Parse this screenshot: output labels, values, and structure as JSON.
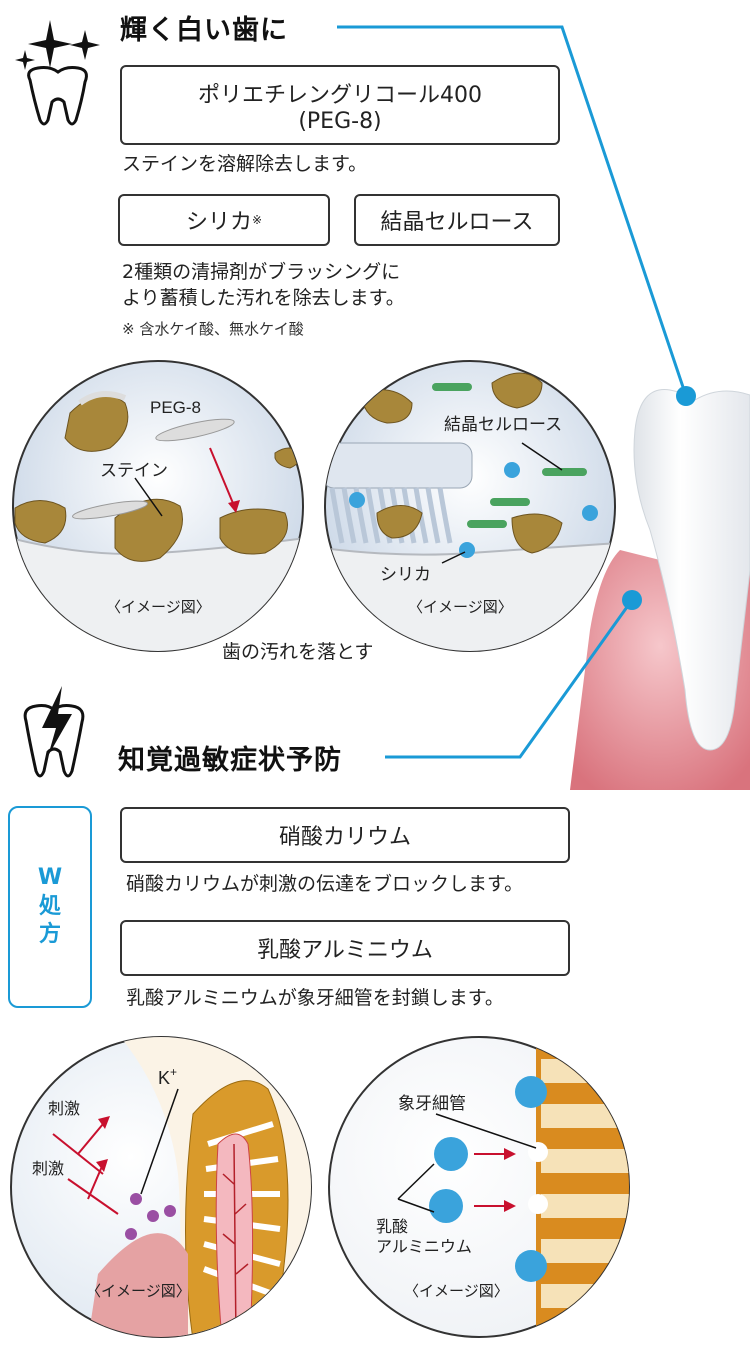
{
  "section1": {
    "heading": "輝く白い歯に",
    "box1_line1": "ポリエチレングリコール400",
    "box1_line2": "(PEG-8)",
    "desc1": "ステインを溶解除去します。",
    "box2_label": "シリカ",
    "box2_mark": "※",
    "box3_label": "結晶セルロース",
    "desc2_line1": "2種類の清掃剤がブラッシングに",
    "desc2_line2": "より蓄積した汚れを除去します。",
    "note": "※ 含水ケイ酸、無水ケイ酸",
    "circle1": {
      "label_peg": "PEG-8",
      "label_stain": "ステイン",
      "caption": "〈イメージ図〉"
    },
    "circle2": {
      "label_cellulose": "結晶セルロース",
      "label_silica": "シリカ",
      "caption": "〈イメージ図〉"
    },
    "bottom_caption": "歯の汚れを落とす"
  },
  "section2": {
    "heading": "知覚過敏症状予防",
    "w_label_1": "W",
    "w_label_2": "処",
    "w_label_3": "方",
    "box1_label": "硝酸カリウム",
    "desc1": "硝酸カリウムが刺激の伝達をブロックします。",
    "box2_label": "乳酸アルミニウム",
    "desc2": "乳酸アルミニウムが象牙細管を封鎖します。",
    "circle3": {
      "label_k": "K",
      "label_k_sup": "+",
      "label_stim1": "刺激",
      "label_stim2": "刺激",
      "caption": "〈イメージ図〉"
    },
    "circle4": {
      "label_tubule": "象牙細管",
      "label_lactate_1": "乳酸",
      "label_lactate_2": "アルミニウム",
      "caption": "〈イメージ図〉"
    }
  },
  "colors": {
    "accent_blue": "#1a9ad6",
    "stain": "#a8873a",
    "gum": "#e89aa0",
    "arrow_red": "#c8102e"
  },
  "icons": [
    "sparkle-tooth-icon",
    "lightning-tooth-icon"
  ]
}
